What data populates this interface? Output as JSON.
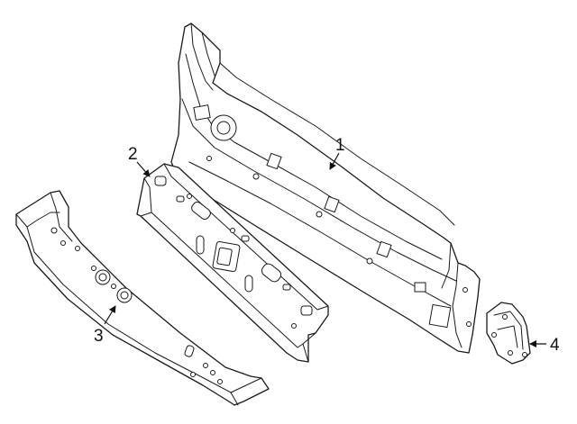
{
  "diagram": {
    "callouts": [
      {
        "label": "1",
        "part": "rear-body-panel"
      },
      {
        "label": "2",
        "part": "upper-crossmember"
      },
      {
        "label": "3",
        "part": "lower-crossmember"
      },
      {
        "label": "4",
        "part": "mounting-bracket"
      }
    ]
  }
}
